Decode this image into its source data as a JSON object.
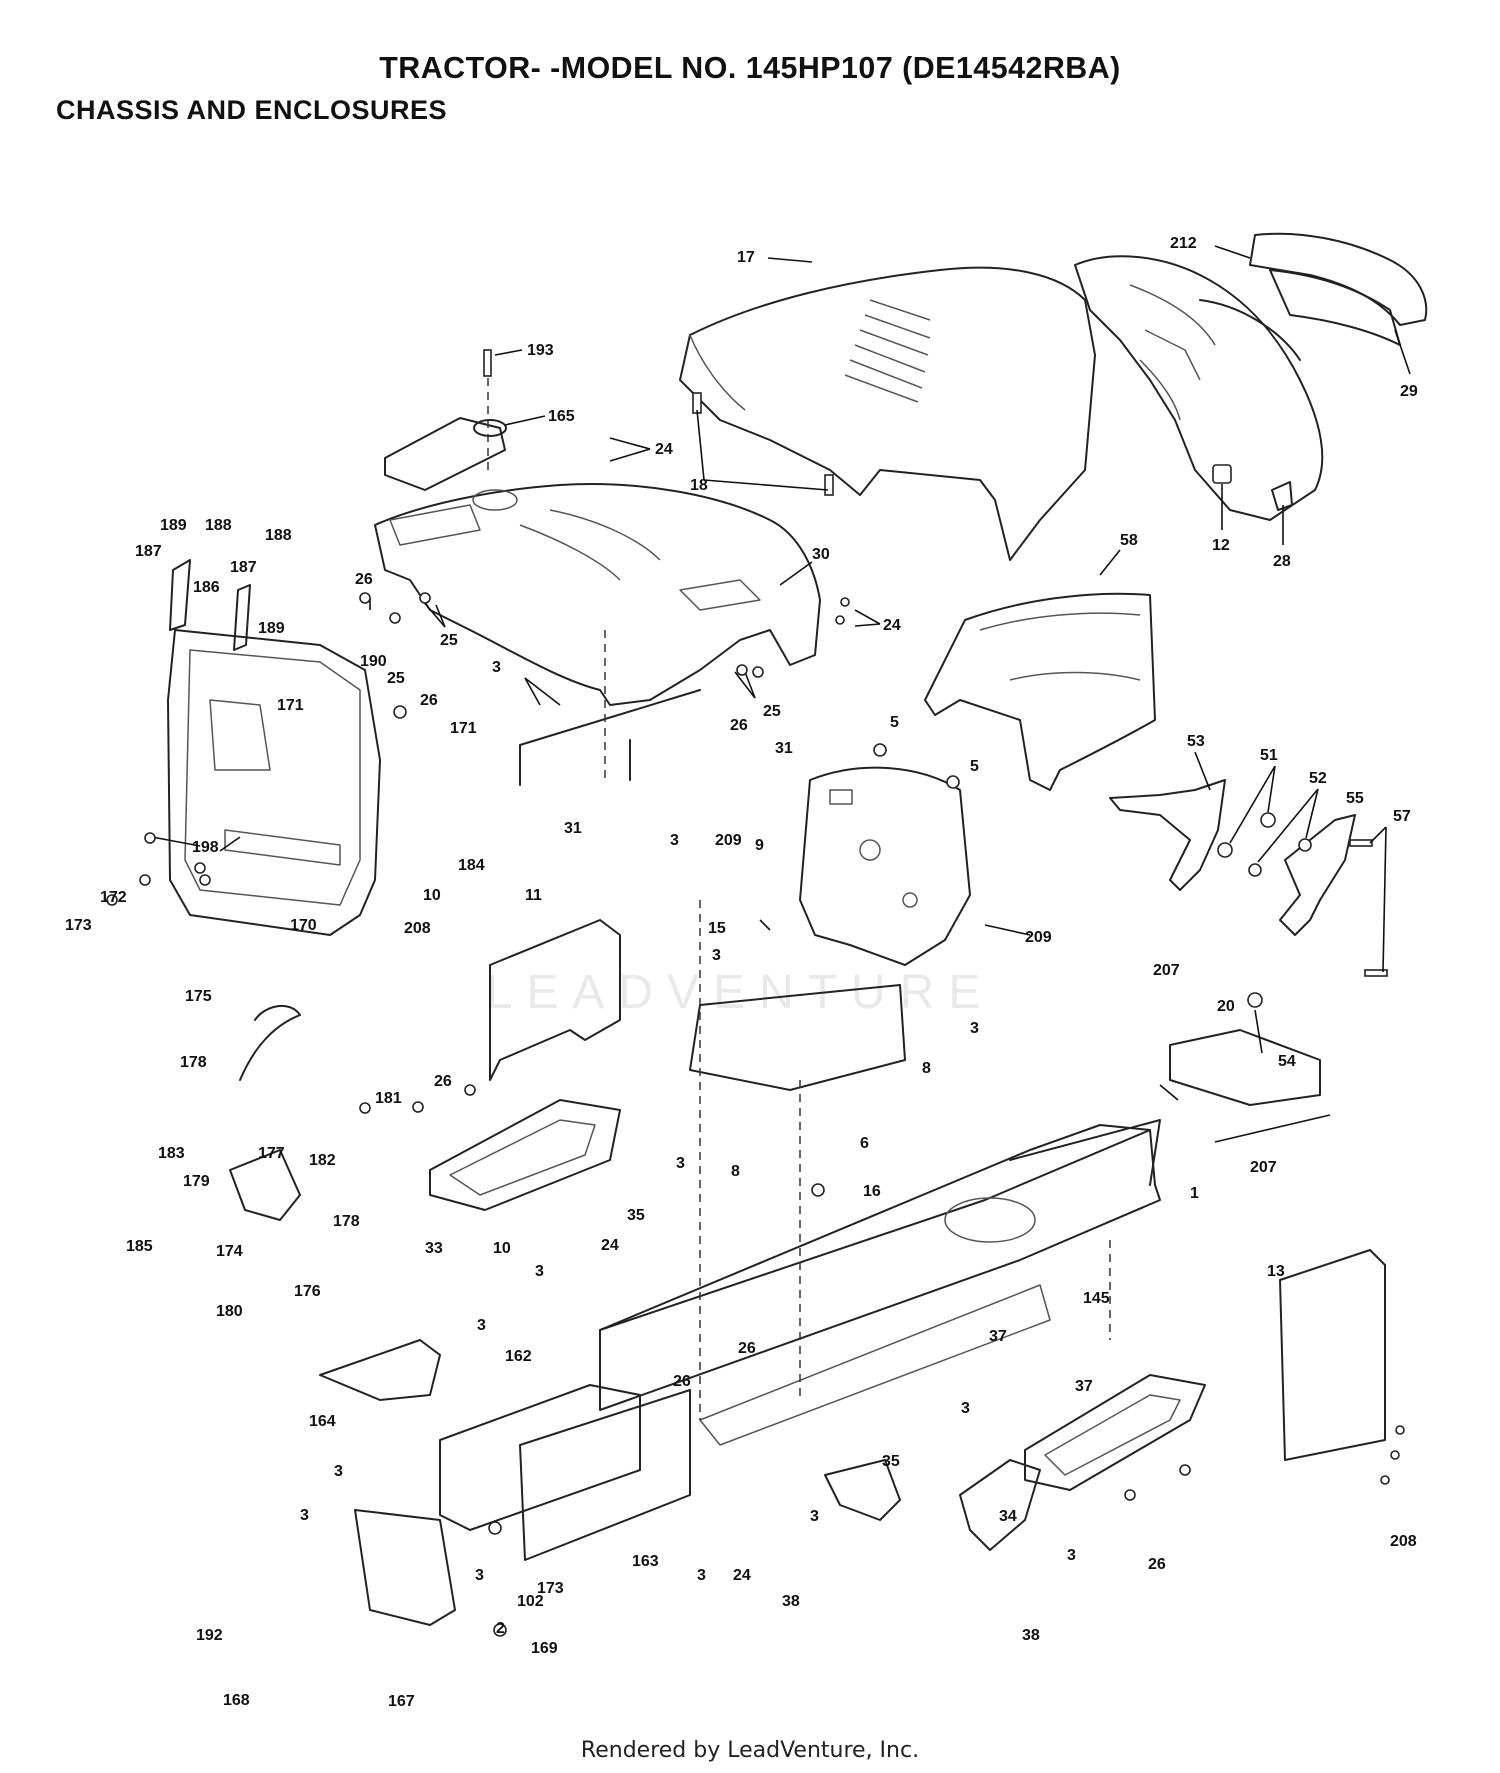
{
  "header": {
    "title": "TRACTOR- -MODEL NO. 145HP107 (DE14542RBA)",
    "subtitle": "CHASSIS AND ENCLOSURES"
  },
  "footer": {
    "rendered_by": "Rendered by LeadVenture, Inc."
  },
  "watermark": {
    "text": "LEADVENTURE"
  },
  "colors": {
    "ink": "#111111",
    "watermark": "#e9e9e9"
  },
  "callouts": [
    {
      "id": "c212",
      "label": "212"
    },
    {
      "id": "c17",
      "label": "17"
    },
    {
      "id": "c29",
      "label": "29"
    },
    {
      "id": "c193",
      "label": "193"
    },
    {
      "id": "c165",
      "label": "165"
    },
    {
      "id": "c24a",
      "label": "24"
    },
    {
      "id": "c18",
      "label": "18"
    },
    {
      "id": "c12",
      "label": "12"
    },
    {
      "id": "c28",
      "label": "28"
    },
    {
      "id": "c189a",
      "label": "189"
    },
    {
      "id": "c188a",
      "label": "188"
    },
    {
      "id": "c188b",
      "label": "188"
    },
    {
      "id": "c187a",
      "label": "187"
    },
    {
      "id": "c187b",
      "label": "187"
    },
    {
      "id": "c186",
      "label": "186"
    },
    {
      "id": "c189b",
      "label": "189"
    },
    {
      "id": "c30",
      "label": "30"
    },
    {
      "id": "c58",
      "label": "58"
    },
    {
      "id": "c26a",
      "label": "26"
    },
    {
      "id": "c25a",
      "label": "25"
    },
    {
      "id": "c24b",
      "label": "24"
    },
    {
      "id": "c190",
      "label": "190"
    },
    {
      "id": "c3a",
      "label": "3"
    },
    {
      "id": "c25b",
      "label": "25"
    },
    {
      "id": "c26b",
      "label": "26"
    },
    {
      "id": "c171a",
      "label": "171"
    },
    {
      "id": "c171b",
      "label": "171"
    },
    {
      "id": "c26c",
      "label": "26"
    },
    {
      "id": "c25c",
      "label": "25"
    },
    {
      "id": "c31a",
      "label": "31"
    },
    {
      "id": "c5a",
      "label": "5"
    },
    {
      "id": "c5b",
      "label": "5"
    },
    {
      "id": "c53",
      "label": "53"
    },
    {
      "id": "c51",
      "label": "51"
    },
    {
      "id": "c52",
      "label": "52"
    },
    {
      "id": "c55",
      "label": "55"
    },
    {
      "id": "c57",
      "label": "57"
    },
    {
      "id": "c31b",
      "label": "31"
    },
    {
      "id": "c3b",
      "label": "3"
    },
    {
      "id": "c209a",
      "label": "209"
    },
    {
      "id": "c198",
      "label": "198"
    },
    {
      "id": "c184",
      "label": "184"
    },
    {
      "id": "c9",
      "label": "9"
    },
    {
      "id": "c172",
      "label": "172"
    },
    {
      "id": "c173a",
      "label": "173"
    },
    {
      "id": "c10a",
      "label": "10"
    },
    {
      "id": "c170",
      "label": "170"
    },
    {
      "id": "c11",
      "label": "11"
    },
    {
      "id": "c15",
      "label": "15"
    },
    {
      "id": "c208a",
      "label": "208"
    },
    {
      "id": "c209b",
      "label": "209"
    },
    {
      "id": "c3c",
      "label": "3"
    },
    {
      "id": "c207a",
      "label": "207"
    },
    {
      "id": "c175",
      "label": "175"
    },
    {
      "id": "c20",
      "label": "20"
    },
    {
      "id": "c3d",
      "label": "3"
    },
    {
      "id": "c54",
      "label": "54"
    },
    {
      "id": "c178a",
      "label": "178"
    },
    {
      "id": "c8a",
      "label": "8"
    },
    {
      "id": "c26d",
      "label": "26"
    },
    {
      "id": "c181",
      "label": "181"
    },
    {
      "id": "c3e",
      "label": "3"
    },
    {
      "id": "c6",
      "label": "6"
    },
    {
      "id": "c207b",
      "label": "207"
    },
    {
      "id": "c183",
      "label": "183"
    },
    {
      "id": "c177",
      "label": "177"
    },
    {
      "id": "c182",
      "label": "182"
    },
    {
      "id": "c8b",
      "label": "8"
    },
    {
      "id": "c179",
      "label": "179"
    },
    {
      "id": "c16",
      "label": "16"
    },
    {
      "id": "c1",
      "label": "1"
    },
    {
      "id": "c178b",
      "label": "178"
    },
    {
      "id": "c35a",
      "label": "35"
    },
    {
      "id": "c185",
      "label": "185"
    },
    {
      "id": "c174",
      "label": "174"
    },
    {
      "id": "c33",
      "label": "33"
    },
    {
      "id": "c10b",
      "label": "10"
    },
    {
      "id": "c24c",
      "label": "24"
    },
    {
      "id": "c3f",
      "label": "3"
    },
    {
      "id": "c13",
      "label": "13"
    },
    {
      "id": "c176",
      "label": "176"
    },
    {
      "id": "c180",
      "label": "180"
    },
    {
      "id": "c145",
      "label": "145"
    },
    {
      "id": "c37a",
      "label": "37"
    },
    {
      "id": "c3g",
      "label": "3"
    },
    {
      "id": "c162",
      "label": "162"
    },
    {
      "id": "c26e",
      "label": "26"
    },
    {
      "id": "c26f",
      "label": "26"
    },
    {
      "id": "c3h",
      "label": "3"
    },
    {
      "id": "c37b",
      "label": "37"
    },
    {
      "id": "c164",
      "label": "164"
    },
    {
      "id": "c35b",
      "label": "35"
    },
    {
      "id": "c3i",
      "label": "3"
    },
    {
      "id": "c34",
      "label": "34"
    },
    {
      "id": "c3j",
      "label": "3"
    },
    {
      "id": "c3k",
      "label": "3"
    },
    {
      "id": "c3l",
      "label": "3"
    },
    {
      "id": "c163",
      "label": "163"
    },
    {
      "id": "c3m",
      "label": "3"
    },
    {
      "id": "c3n",
      "label": "3"
    },
    {
      "id": "c24d",
      "label": "24"
    },
    {
      "id": "c26g",
      "label": "26"
    },
    {
      "id": "c208b",
      "label": "208"
    },
    {
      "id": "c173b",
      "label": "173"
    },
    {
      "id": "c102",
      "label": "102"
    },
    {
      "id": "c38a",
      "label": "38"
    },
    {
      "id": "c38b",
      "label": "38"
    },
    {
      "id": "c192",
      "label": "192"
    },
    {
      "id": "c2",
      "label": "2"
    },
    {
      "id": "c169",
      "label": "169"
    },
    {
      "id": "c168",
      "label": "168"
    },
    {
      "id": "c167",
      "label": "167"
    }
  ]
}
